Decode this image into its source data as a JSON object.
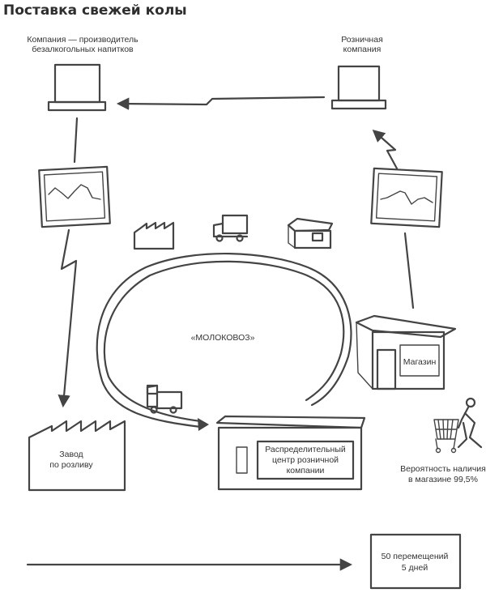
{
  "title": "Поставка свежей колы",
  "nodes": {
    "producer_company": {
      "line1": "Компания — производитель",
      "line2": "безалкогольных напитков"
    },
    "retail_company": {
      "line1": "Розничная",
      "line2": "компания"
    },
    "bottling_plant": {
      "line1": "Завод",
      "line2": "по розливу"
    },
    "distribution_center": {
      "line1": "Распределительный",
      "line2": "центр розничной",
      "line3": "компании"
    },
    "store": {
      "label": "Магазин"
    },
    "availability": {
      "line1": "Вероятность наличия",
      "line2": "в магазине 99,5%"
    }
  },
  "loop_label": "«МОЛОКОВОЗ»",
  "legend": {
    "line1": "50 перемещений",
    "line2": "5 дней"
  }
}
